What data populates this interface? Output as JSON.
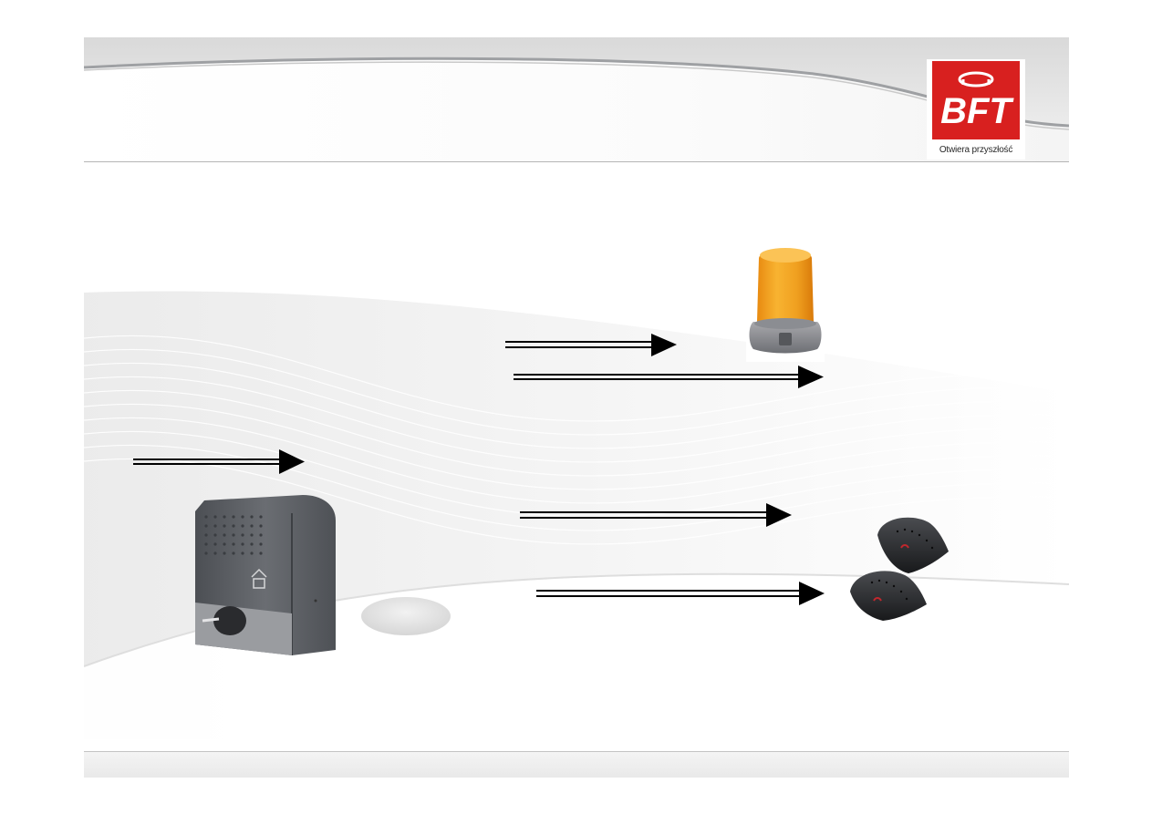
{
  "header": {
    "logo": {
      "brand": "BFT",
      "tagline": "Otwiera przyszłość"
    }
  },
  "colors": {
    "brand_red": "#d8201f",
    "beacon_orange": "#f2a41c",
    "device_gray": "#5e6166",
    "arrow": "#000000"
  },
  "devices": [
    {
      "name": "gate-motor",
      "icon": "sliding-gate-motor-icon"
    },
    {
      "name": "warning-lamp",
      "icon": "flashing-beacon-icon"
    },
    {
      "name": "remote-controls",
      "icon": "remote-control-icon"
    }
  ],
  "arrows": [
    {
      "name": "arrow-to-motor"
    },
    {
      "name": "arrow-to-lamp-1"
    },
    {
      "name": "arrow-to-lamp-2"
    },
    {
      "name": "arrow-to-remote-1"
    },
    {
      "name": "arrow-to-remote-2"
    }
  ]
}
